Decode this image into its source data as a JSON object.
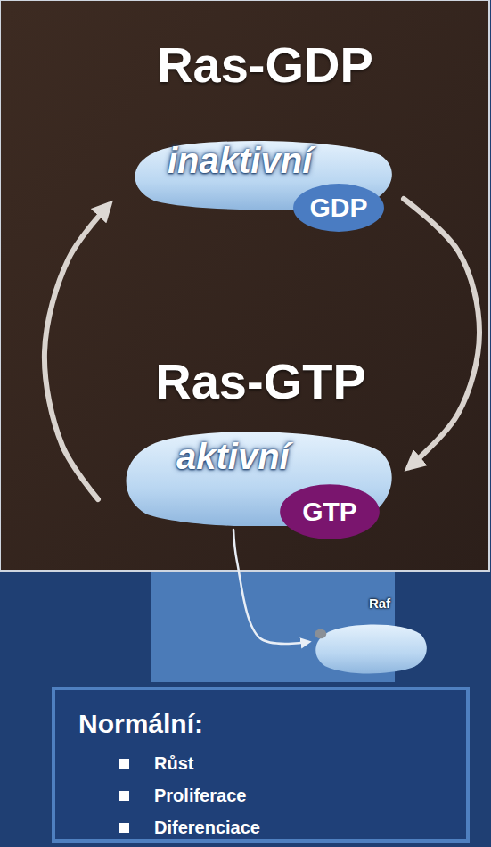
{
  "diagram": {
    "nodes": [
      {
        "text": [
          "Ras-GDP",
          "inaktivní"
        ]
      },
      {
        "text": [
          "GDP"
        ]
      },
      {
        "text": [
          "Ras-GTP",
          "aktivní"
        ]
      },
      {
        "text": [
          "GTP"
        ]
      },
      {
        "text": [
          "Raf"
        ]
      },
      {
        "text": [
          "Normální:",
          "Růst",
          "Proliferace",
          "Diferenciace"
        ]
      }
    ],
    "edges": [
      {
        "from": 0,
        "to": 2,
        "arrow": "to"
      },
      {
        "from": 2,
        "to": 0,
        "arrow": "to"
      },
      {
        "from": 2,
        "to": 4,
        "arrow": "to"
      }
    ]
  }
}
